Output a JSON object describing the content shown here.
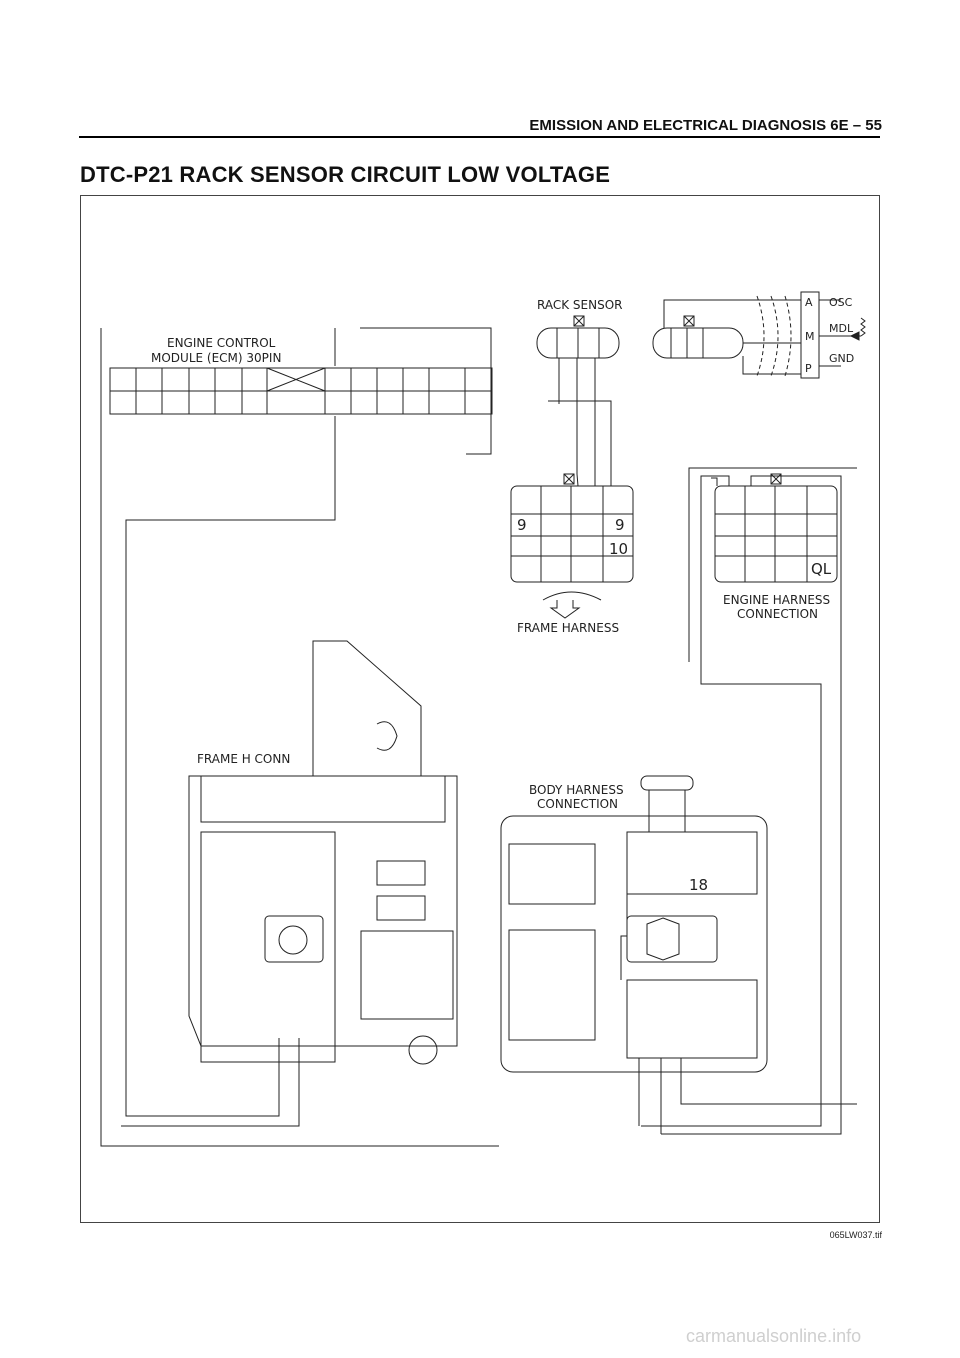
{
  "header": {
    "running_head": "EMISSION AND ELECTRICAL DIAGNOSIS  6E – 55",
    "page_title": "DTC-P21 RACK SENSOR CIRCUIT LOW VOLTAGE"
  },
  "diagram": {
    "ecm_label_line1": "ENGINE CONTROL",
    "ecm_label_line2": "MODULE (ECM) 30PIN",
    "rack_sensor_label": "RACK SENSOR",
    "osc_label": "OSC",
    "mdl_label": "MDL",
    "gnd_label": "GND",
    "pin_a": "A",
    "pin_m": "M",
    "pin_p": "P",
    "frame_harness_label": "FRAME HARNESS",
    "engine_harness_label_line1": "ENGINE HARNESS",
    "engine_harness_label_line2": "CONNECTION",
    "frame_h_conn_label": "FRAME H CONN",
    "body_harness_label_line1": "BODY HARNESS",
    "body_harness_label_line2": "CONNECTION",
    "num_9": "9",
    "num_10": "10",
    "num_ql": "QL",
    "num_18": "18"
  },
  "footer": {
    "figure_id": "065LW037.tif",
    "watermark": "carmanualsonline.info"
  }
}
